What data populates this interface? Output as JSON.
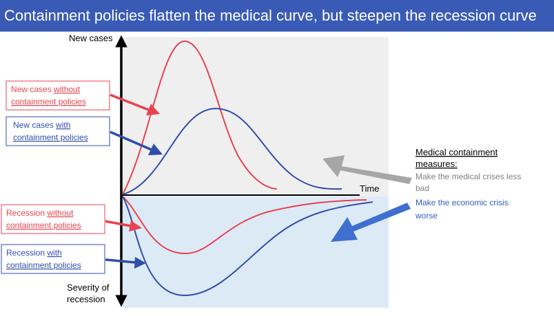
{
  "title": "Containment policies flatten the medical curve, but steepen the recession curve",
  "axes": {
    "y_top": "New cases",
    "x": "Time",
    "y_bottom_line1": "Severity of",
    "y_bottom_line2": "recession"
  },
  "labels": {
    "cases_without_1": "New cases ",
    "cases_without_2": "without",
    "cases_without_3": "containment policies",
    "cases_with_1": "New cases ",
    "cases_with_2": "with",
    "cases_with_3": "containment policies",
    "recession_without_1": "Recession ",
    "recession_without_2": "without",
    "recession_without_3": "containment policies",
    "recession_with_1": "Recession ",
    "recession_with_2": "with",
    "recession_with_3": "containment policies"
  },
  "side": {
    "heading_1": "Medical containment",
    "heading_2": "measures:",
    "medical_1": "Make the medical crises less",
    "medical_2": "bad",
    "economic_1": "Make the economic crisis",
    "economic_2": "worse"
  },
  "colors": {
    "red": "#e8424f",
    "blue": "#2f4ea8",
    "gray": "#a6a6a6",
    "title_bg": "#3a5bb5",
    "upper_bg": "#efefef",
    "lower_bg": "#dceaf6"
  }
}
